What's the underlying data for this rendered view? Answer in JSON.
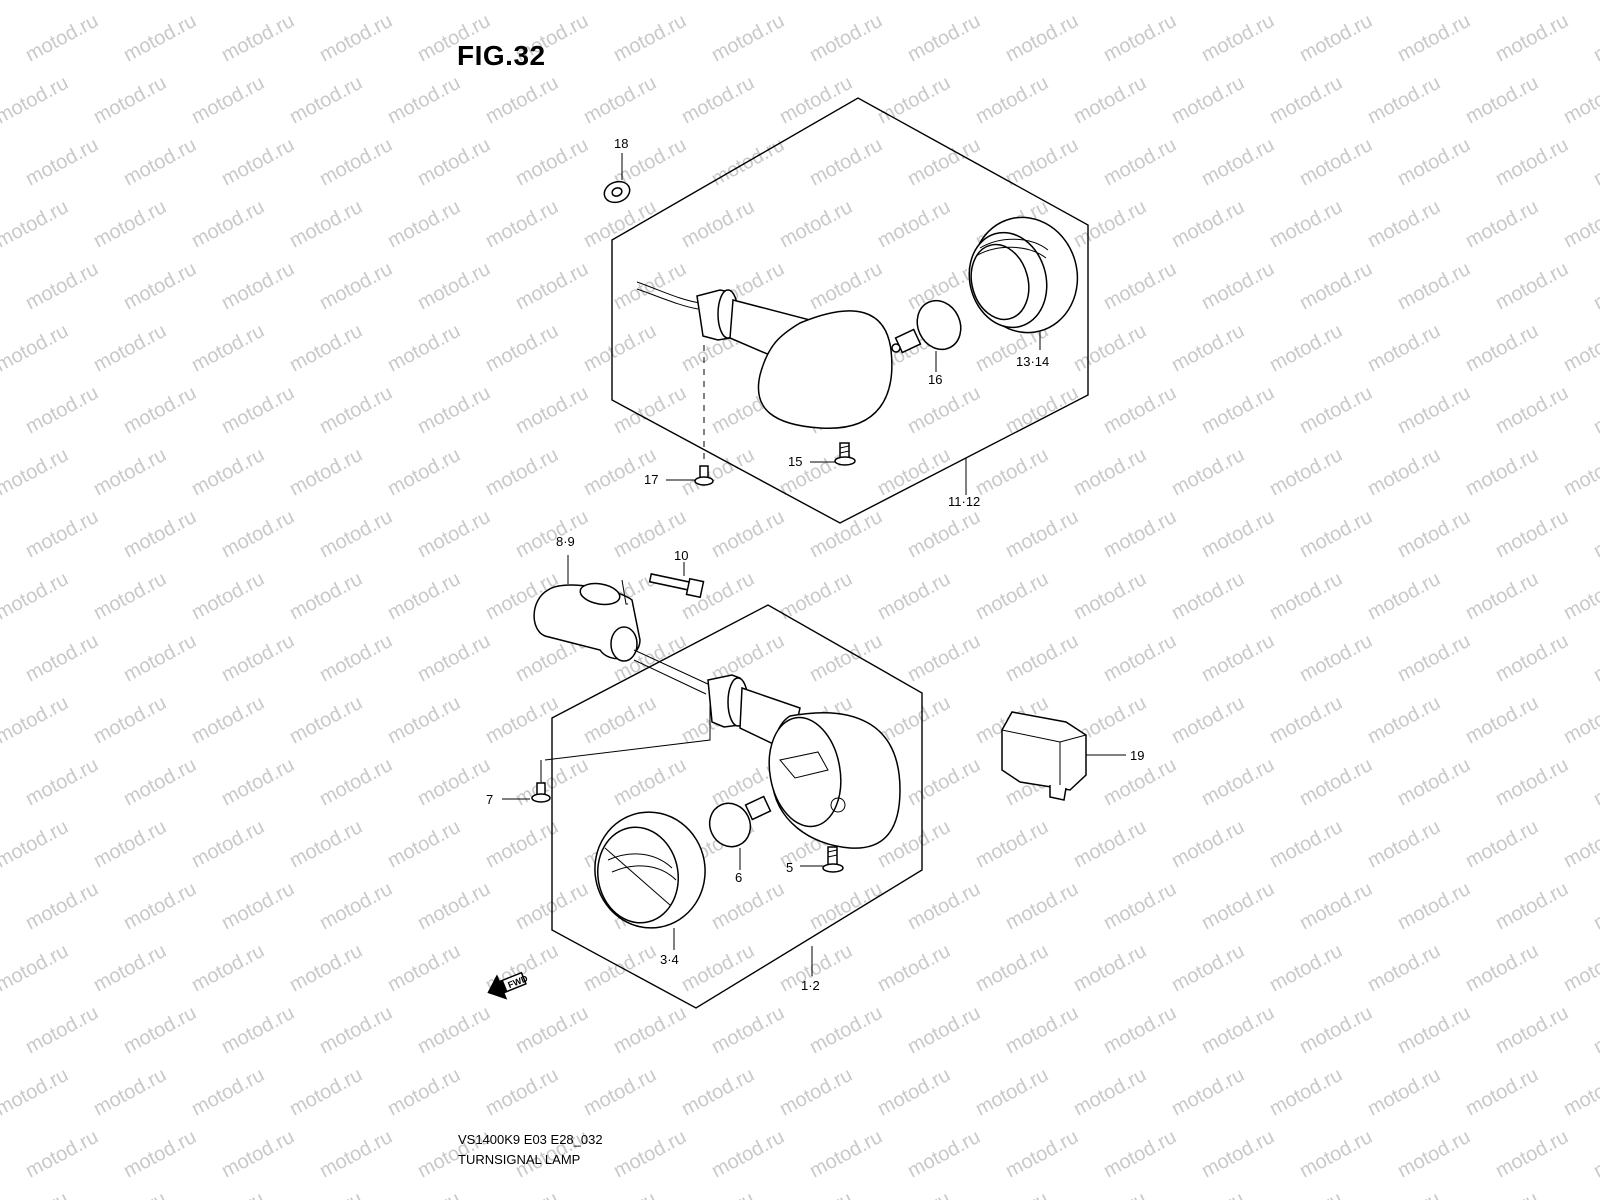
{
  "figure": {
    "title": "FIG.32",
    "diagram_code": "VS1400K9 E03 E28_032",
    "diagram_name": "TURNSIGNAL LAMP",
    "watermark": "motod.ru"
  },
  "callouts": {
    "c18": "18",
    "c13_14": "13·14",
    "c16": "16",
    "c15": "15",
    "c17": "17",
    "c11_12": "11·12",
    "c8_9": "8·9",
    "c10": "10",
    "c19": "19",
    "c7": "7",
    "c6": "6",
    "c5": "5",
    "c3_4": "3·4",
    "c1_2": "1·2"
  },
  "direction_marker": {
    "label": "FWD",
    "icon": "fwd-arrow-icon"
  }
}
